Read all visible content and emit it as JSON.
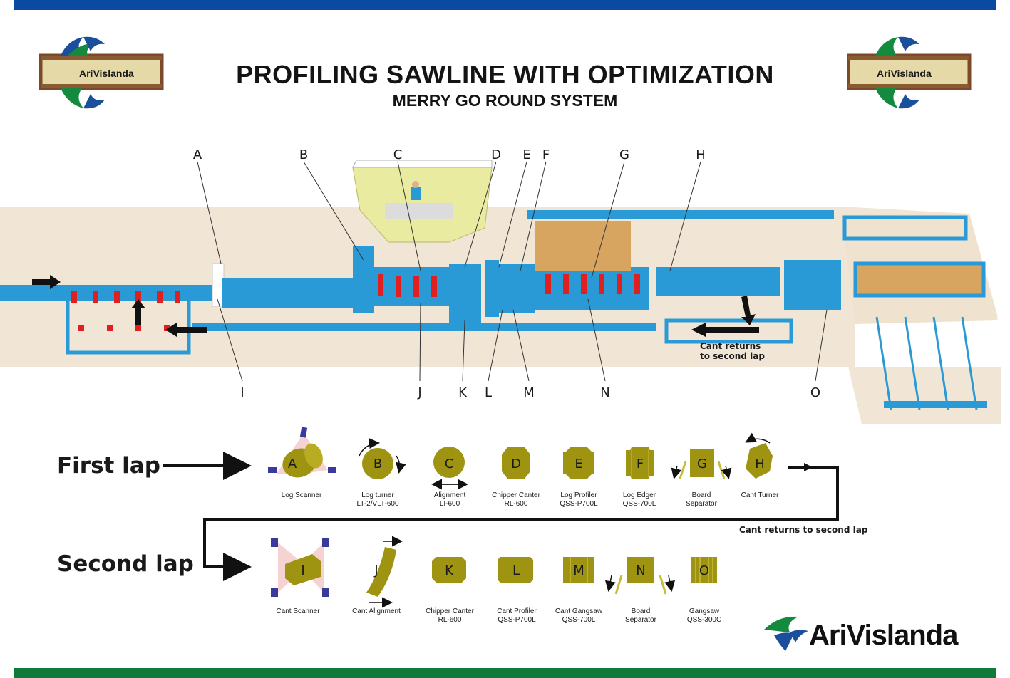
{
  "header": {
    "title": "PROFILING SAWLINE WITH OPTIMIZATION",
    "subtitle": "MERRY GO ROUND SYSTEM",
    "logo_text": "AriVislanda"
  },
  "plan": {
    "top_letters": [
      "A",
      "B",
      "C",
      "D",
      "E",
      "F",
      "G",
      "H"
    ],
    "bottom_letters": [
      "I",
      "J",
      "K",
      "L",
      "M",
      "N",
      "O"
    ],
    "cant_return_note": [
      "Cant returns",
      "to second lap"
    ]
  },
  "first_lap": {
    "label": "First lap",
    "steps": [
      {
        "letter": "A",
        "caption": [
          "Log Scanner",
          ""
        ]
      },
      {
        "letter": "B",
        "caption": [
          "Log turner",
          "LT-2/VLT-600"
        ]
      },
      {
        "letter": "C",
        "caption": [
          "Alignment",
          "LI-600"
        ]
      },
      {
        "letter": "D",
        "caption": [
          "Chipper Canter",
          "RL-600"
        ]
      },
      {
        "letter": "E",
        "caption": [
          "Log Profiler",
          "QSS-P700L"
        ]
      },
      {
        "letter": "F",
        "caption": [
          "Log Edger",
          "QSS-700L"
        ]
      },
      {
        "letter": "G",
        "caption": [
          "Board",
          "Separator"
        ]
      },
      {
        "letter": "H",
        "caption": [
          "Cant Turner",
          ""
        ]
      }
    ]
  },
  "return_note": "Cant returns to second lap",
  "second_lap": {
    "label": "Second lap",
    "steps": [
      {
        "letter": "I",
        "caption": [
          "Cant Scanner",
          ""
        ]
      },
      {
        "letter": "J",
        "caption": [
          "Cant Alignment",
          ""
        ]
      },
      {
        "letter": "K",
        "caption": [
          "Chipper Canter",
          "RL-600"
        ]
      },
      {
        "letter": "L",
        "caption": [
          "Cant Profiler",
          "QSS-P700L"
        ]
      },
      {
        "letter": "M",
        "caption": [
          "Cant Gangsaw",
          "QSS-700L"
        ]
      },
      {
        "letter": "N",
        "caption": [
          "Board",
          "Separator"
        ]
      },
      {
        "letter": "O",
        "caption": [
          "Gangsaw",
          "QSS-300C"
        ]
      }
    ]
  },
  "footer": {
    "brand": "AriVislanda"
  },
  "colors": {
    "top_bar": "#0a4aa0",
    "bottom_bar": "#0f7a3a",
    "machine_blue": "#2a9ad6",
    "accent_red": "#e02020",
    "wood_shape": "#9e9412",
    "floor": "#f1e6d6",
    "brand_green": "#138a3e",
    "brand_blue": "#1a4f9c"
  }
}
